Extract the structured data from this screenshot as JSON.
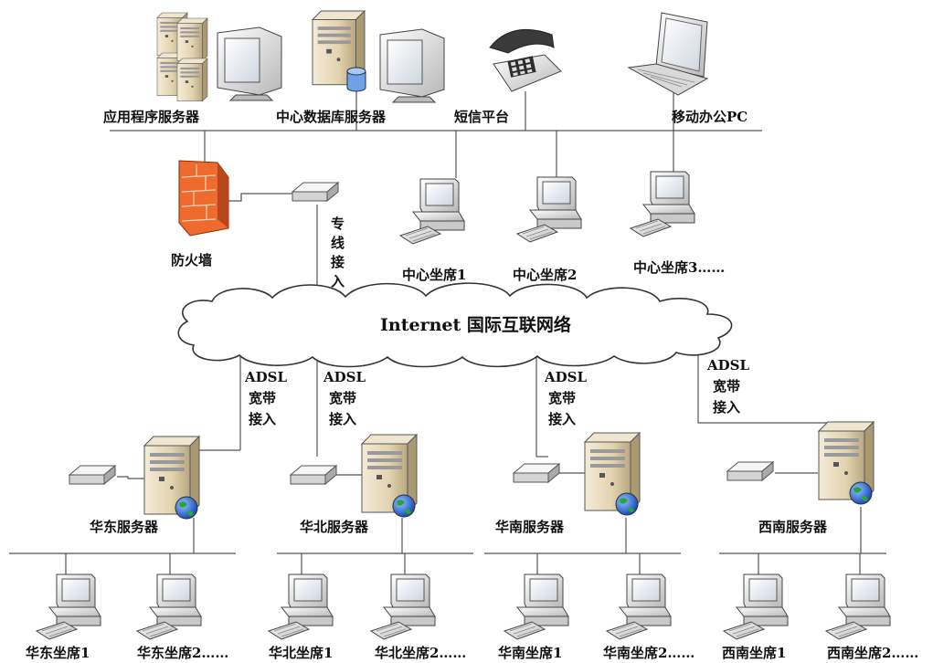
{
  "top": {
    "app_server": "应用程序服务器",
    "db_server": "中心数据库服务器",
    "sms": "短信平台",
    "mobile_pc": "移动办公PC"
  },
  "center": {
    "firewall": "防火墙",
    "leased_line": [
      "专",
      "线",
      "接",
      "入"
    ],
    "seats": [
      "中心坐席1",
      "中心坐席2",
      "中心坐席3……"
    ]
  },
  "cloud": {
    "label": "Internet 国际互联网络"
  },
  "access": {
    "adsl": "ADSL",
    "line2": "宽带",
    "line3": "接入"
  },
  "regions": [
    {
      "server": "华东服务器",
      "seat1": "华东坐席1",
      "seat2": "华东坐席2……"
    },
    {
      "server": "华北服务器",
      "seat1": "华北坐席1",
      "seat2": "华北坐席2……"
    },
    {
      "server": "华南服务器",
      "seat1": "华南坐席1",
      "seat2": "华南坐席2……"
    },
    {
      "server": "西南服务器",
      "seat1": "西南坐席1",
      "seat2": "西南坐席2……"
    }
  ]
}
